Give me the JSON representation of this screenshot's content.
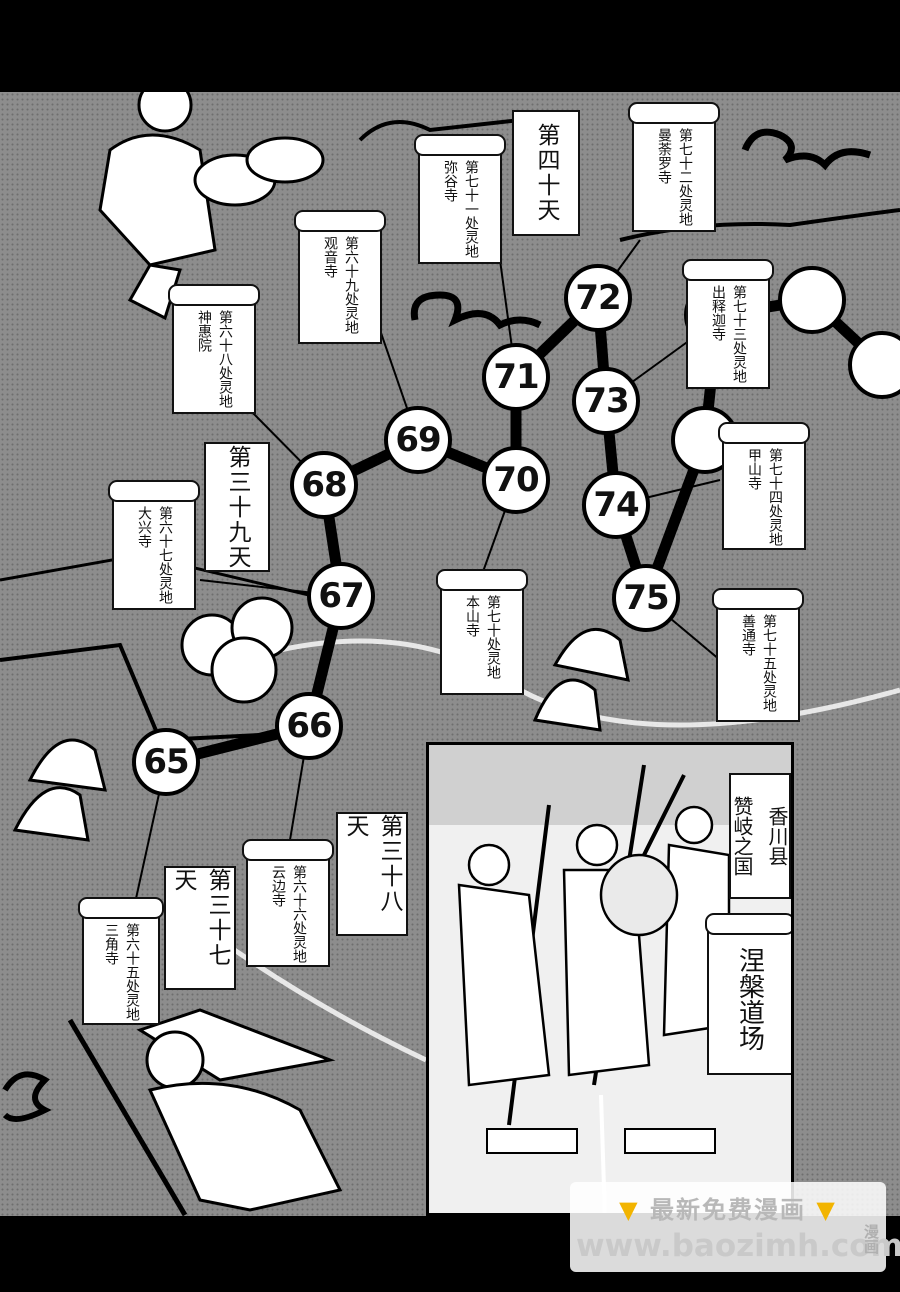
{
  "route_nodes": [
    "65",
    "66",
    "67",
    "68",
    "69",
    "70",
    "71",
    "72",
    "73",
    "74",
    "75"
  ],
  "temples": {
    "t65": {
      "col1": "第六十五处灵地",
      "col2": "三角寺"
    },
    "t66": {
      "col1": "第六十六处灵地",
      "col2": "云边寺"
    },
    "t67": {
      "col1": "第六十七处灵地",
      "col2": "大兴寺"
    },
    "t68": {
      "col1": "第六十八处灵地",
      "col2": "神惠院"
    },
    "t69": {
      "col1": "第六十九处灵地",
      "col2": "观音寺"
    },
    "t70": {
      "col1": "第七十处灵地",
      "col2": "本山寺"
    },
    "t71": {
      "col1": "第七十一处灵地",
      "col2": "弥谷寺"
    },
    "t72": {
      "col1": "第七十二处灵地",
      "col2": "曼荼罗寺"
    },
    "t73": {
      "col1": "第七十三处灵地",
      "col2": "出释迦寺"
    },
    "t74": {
      "col1": "第七十四处灵地",
      "col2": "甲山寺"
    },
    "t75": {
      "col1": "第七十五处灵地",
      "col2": "善通寺"
    }
  },
  "days": {
    "day37": "第三十七天",
    "day38": "第三十八天",
    "day39": "第三十九天",
    "day40": "第四十天"
  },
  "inset": {
    "region_line1": "香川县",
    "region_line2": "赞岐之国",
    "dojo": "涅槃道场"
  },
  "watermark": {
    "line1": "最新免费漫画",
    "line2": "www.baozimh.com",
    "logo": "漫画"
  }
}
